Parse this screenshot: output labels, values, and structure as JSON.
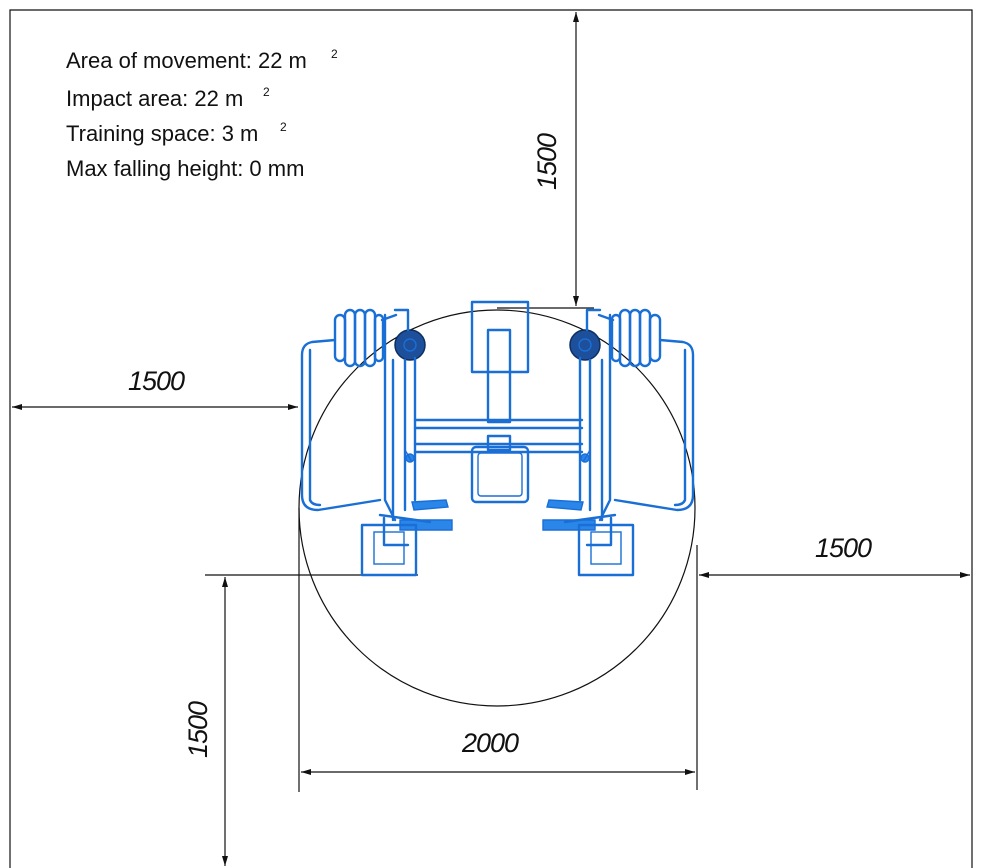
{
  "info": {
    "area_of_movement_label": "Area of movement: 22 m",
    "impact_area_label": "Impact area: 22 m",
    "training_space_label": "Training space: 3 m",
    "max_falling_height_label": "Max falling height: 0 mm",
    "unit_superscript": "2"
  },
  "dimensions": {
    "top": "1500",
    "left": "1500",
    "right": "1500",
    "bottom_left": "1500",
    "width": "2000"
  },
  "colors": {
    "equipment": "#1a6fd6",
    "lines": "#111111",
    "background": "#ffffff"
  }
}
